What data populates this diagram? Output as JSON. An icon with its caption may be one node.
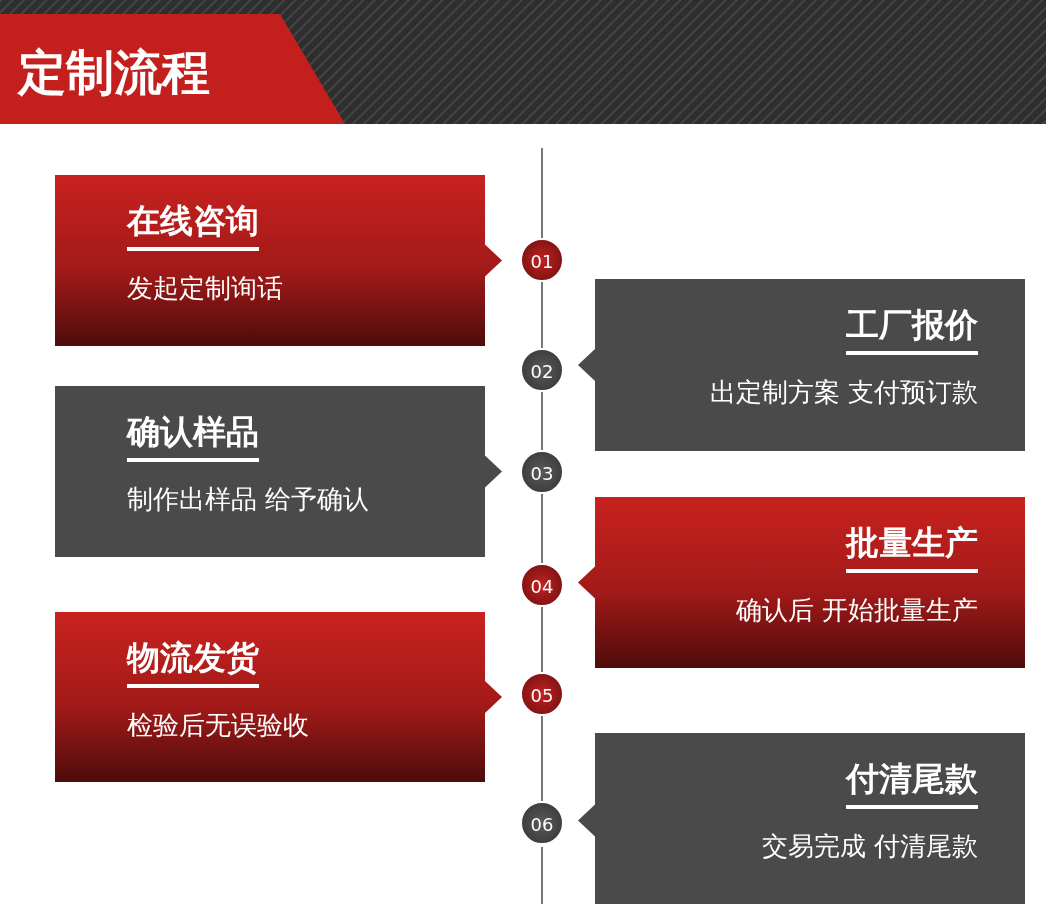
{
  "diagram": {
    "title": "定制流程",
    "nodes": [
      {
        "text": [
          "在线咨询",
          "发起定制询话"
        ]
      },
      {
        "text": [
          "01"
        ]
      },
      {
        "text": [
          "工厂报价",
          "出定制方案 支付预订款"
        ]
      },
      {
        "text": [
          "02"
        ]
      },
      {
        "text": [
          "确认样品",
          "制作出样品 给予确认"
        ]
      },
      {
        "text": [
          "03"
        ]
      },
      {
        "text": [
          "批量生产",
          "确认后 开始批量生产"
        ]
      },
      {
        "text": [
          "04"
        ]
      },
      {
        "text": [
          "物流发货",
          "检验后无误验收"
        ]
      },
      {
        "text": [
          "05"
        ]
      },
      {
        "text": [
          "付清尾款",
          "交易完成 付清尾款"
        ]
      },
      {
        "text": [
          "06"
        ]
      }
    ],
    "edges": [
      {
        "from": 1,
        "to": 3,
        "arrow": "none"
      },
      {
        "from": 3,
        "to": 5,
        "arrow": "none"
      },
      {
        "from": 5,
        "to": 7,
        "arrow": "none"
      },
      {
        "from": 7,
        "to": 9,
        "arrow": "none"
      },
      {
        "from": 9,
        "to": 11,
        "arrow": "none"
      }
    ]
  }
}
